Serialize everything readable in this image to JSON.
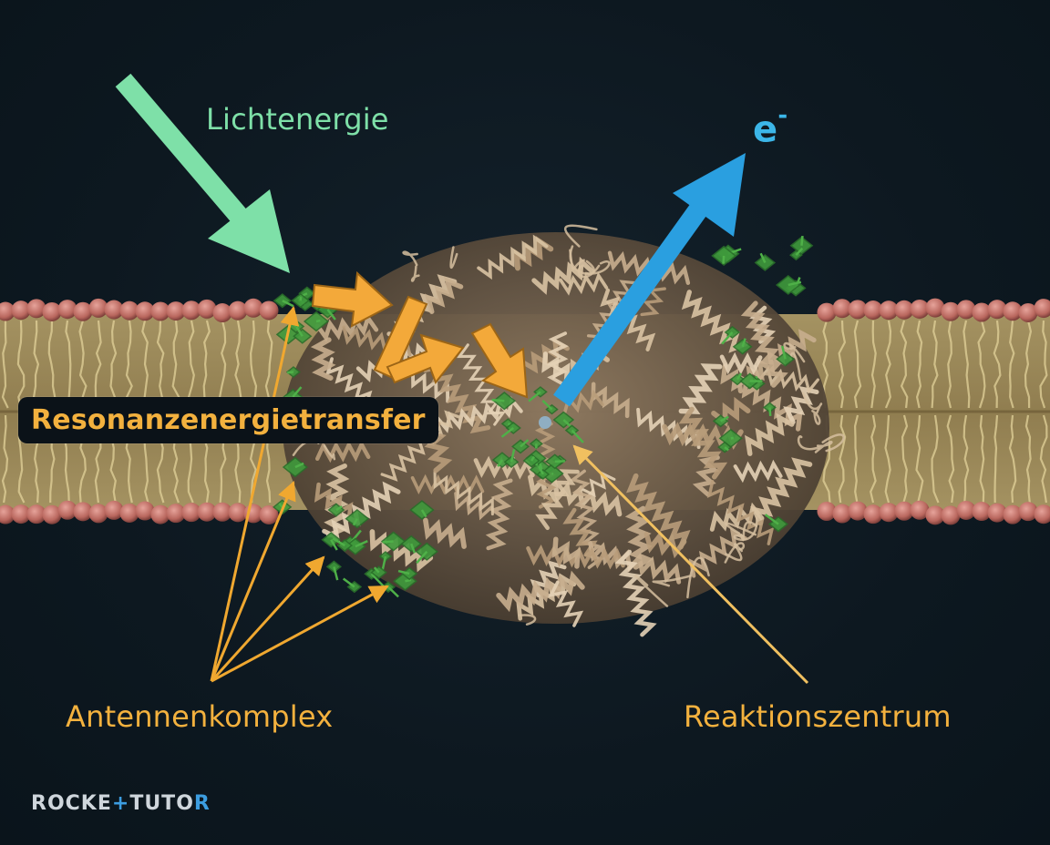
{
  "labels": {
    "light_energy": "Lichtenergie",
    "electron": "e",
    "electron_charge": "-",
    "resonance_transfer": "Resonanzenergietransfer",
    "antenna_complex": "Antennenkomplex",
    "reaction_center": "Reaktionszentrum"
  },
  "logo": {
    "part1": "ROCKE",
    "plus": "+",
    "part2": "TUTO",
    "part3": "R"
  },
  "colors": {
    "background": "#0d1820",
    "light_arrow": "#7ee0a8",
    "electron_arrow": "#3cb6e8",
    "transfer_arrow": "#f3b13e",
    "membrane_head": "#c77a70",
    "membrane_tail": "#d8c489",
    "protein": "#c8ae8e",
    "pigment": "#3f9a3c"
  },
  "icons": [
    "light-energy-arrow-icon",
    "electron-arrow-icon",
    "resonance-transfer-arrow-icon",
    "pointer-arrow-icon"
  ]
}
